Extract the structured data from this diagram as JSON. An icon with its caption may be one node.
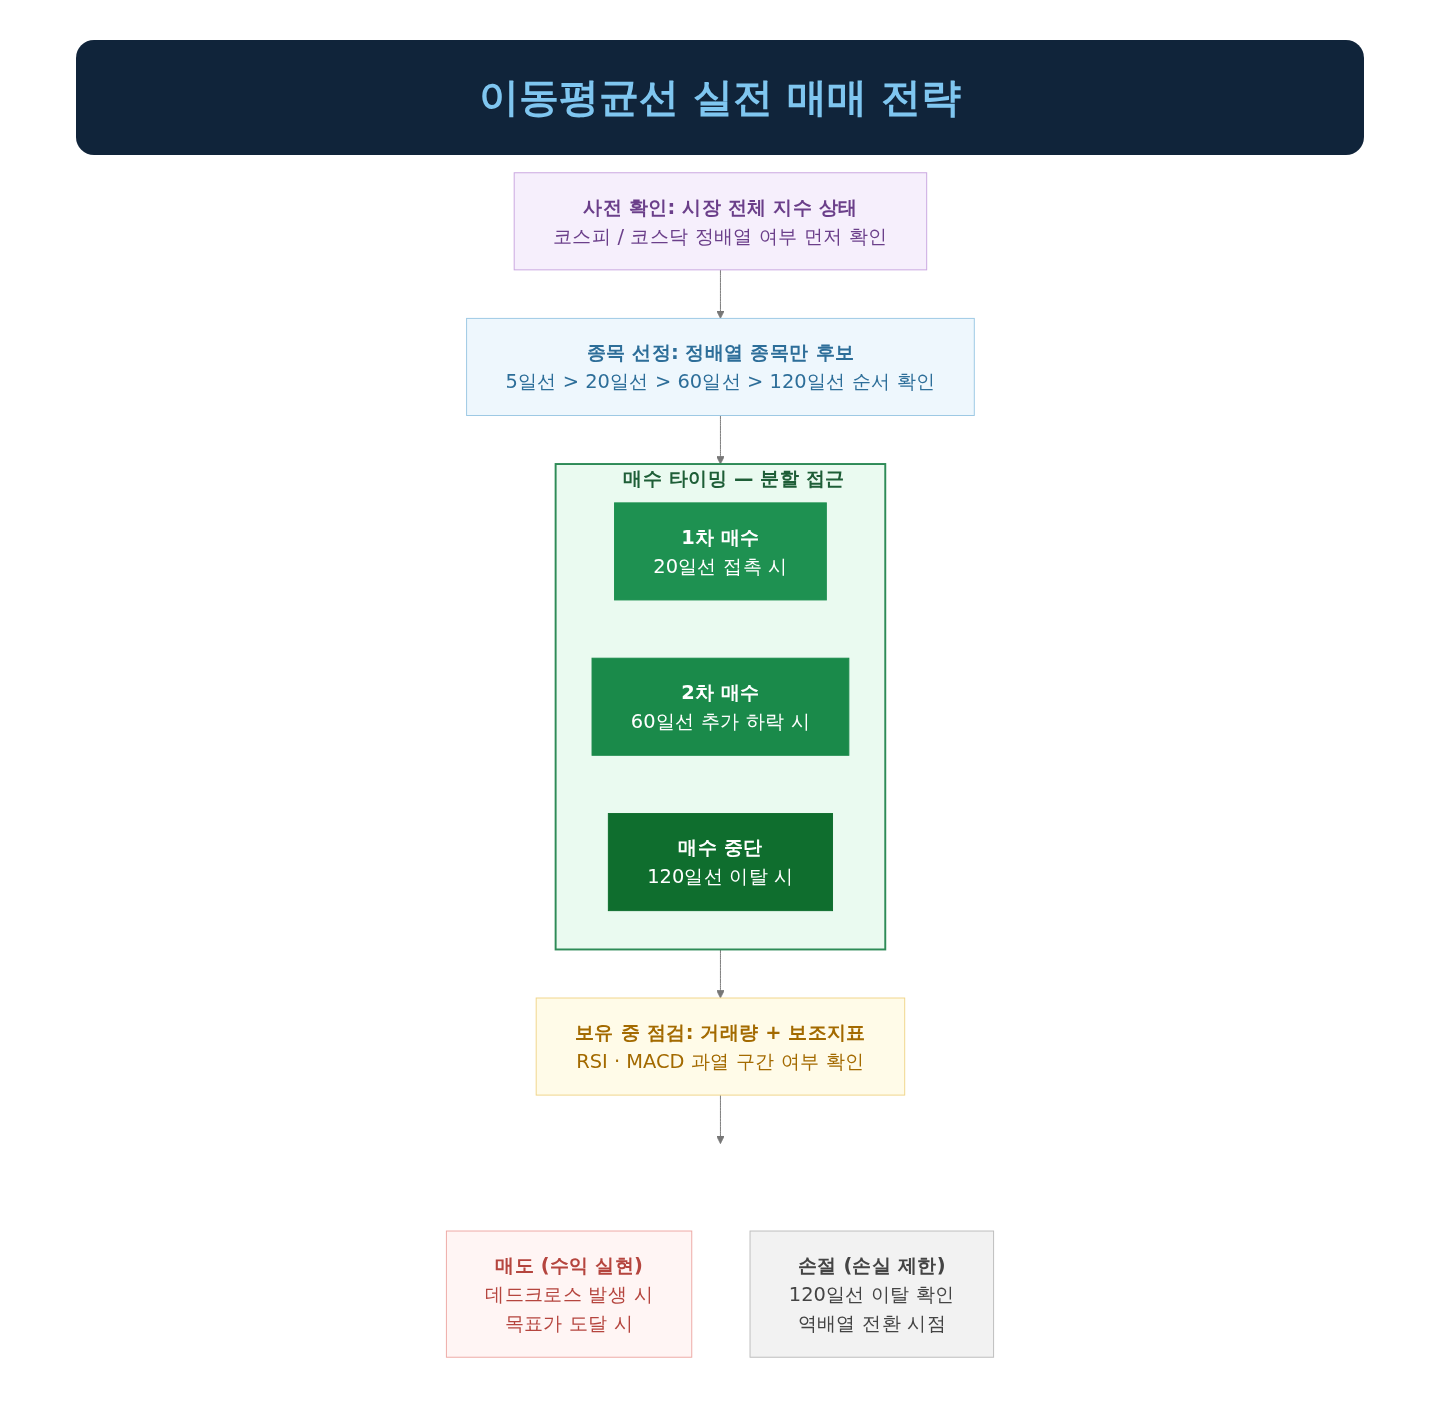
{
  "diagram": {
    "title": "이동평균선 실전 매매 전략",
    "nodes": [
      {
        "text": [
          "사전 확인: 시장 전체 지수 상태",
          "코스피 / 코스닥 정배열 여부 먼저 확인"
        ]
      },
      {
        "text": [
          "종목 선정: 정배열 종목만 후보",
          "5일선 > 20일선 > 60일선 > 120일선 순서 확인"
        ]
      },
      {
        "text": [
          "매수 타이밍 — 분할 접근"
        ]
      },
      {
        "text": [
          "1차 매수",
          "20일선 접촉 시"
        ],
        "in": 2
      },
      {
        "text": [
          "2차 매수",
          "60일선 추가 하락 시"
        ],
        "in": 2
      },
      {
        "text": [
          "매수 중단",
          "120일선 이탈 시"
        ],
        "in": 2
      },
      {
        "text": [
          "보유 중 점검: 거래량 + 보조지표",
          "RSI · MACD 과열 구간 여부 확인"
        ]
      },
      {
        "text": [
          "매도 (수익 실현)",
          "데드크로스 발생 시",
          "목표가 도달 시"
        ]
      },
      {
        "text": [
          "손절 (손실 제한)",
          "120일선 이탈 확인",
          "역배열 전환 시점"
        ]
      }
    ],
    "edges": [
      {
        "from": 0,
        "to": 1,
        "arrow": "to"
      },
      {
        "from": 1,
        "to": 2,
        "arrow": "to"
      },
      {
        "from": 2,
        "to": 6,
        "arrow": "to"
      },
      {
        "from": 6,
        "to": null,
        "arrow": "to"
      }
    ]
  }
}
